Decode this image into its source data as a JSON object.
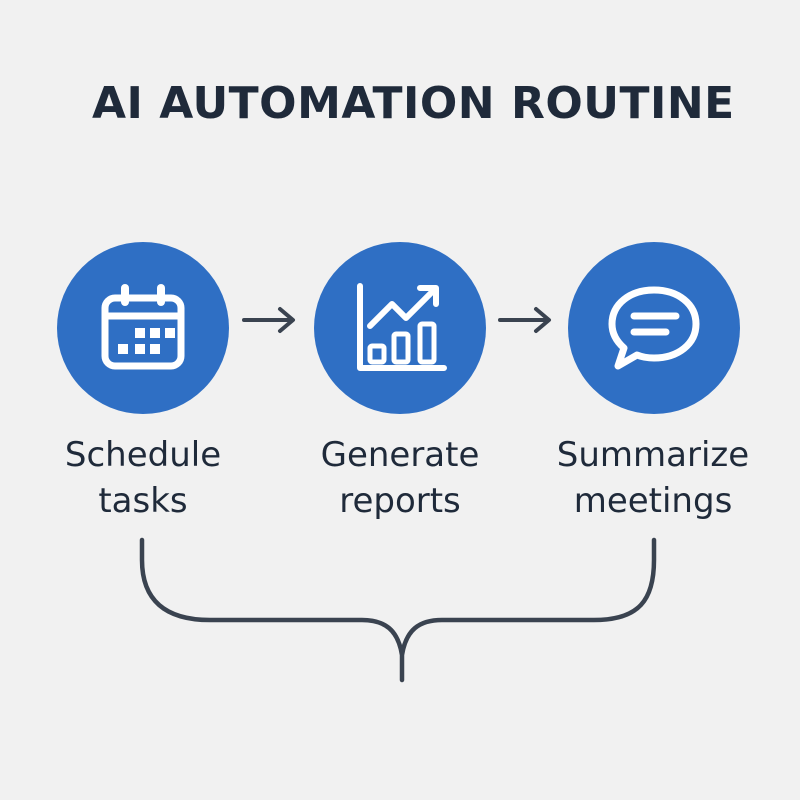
{
  "title": "AI AUTOMATION ROUTINE",
  "colors": {
    "accent": "#2f6fc4",
    "text": "#1f2a3a",
    "line": "#3a4350",
    "background": "#f1f1f1"
  },
  "steps": [
    {
      "icon": "calendar-icon",
      "label_line1": "Schedule",
      "label_line2": "tasks"
    },
    {
      "icon": "chart-icon",
      "label_line1": "Generate",
      "label_line2": "reports"
    },
    {
      "icon": "chat-bubble-icon",
      "label_line1": "Summarize",
      "label_line2": "meetings"
    }
  ]
}
